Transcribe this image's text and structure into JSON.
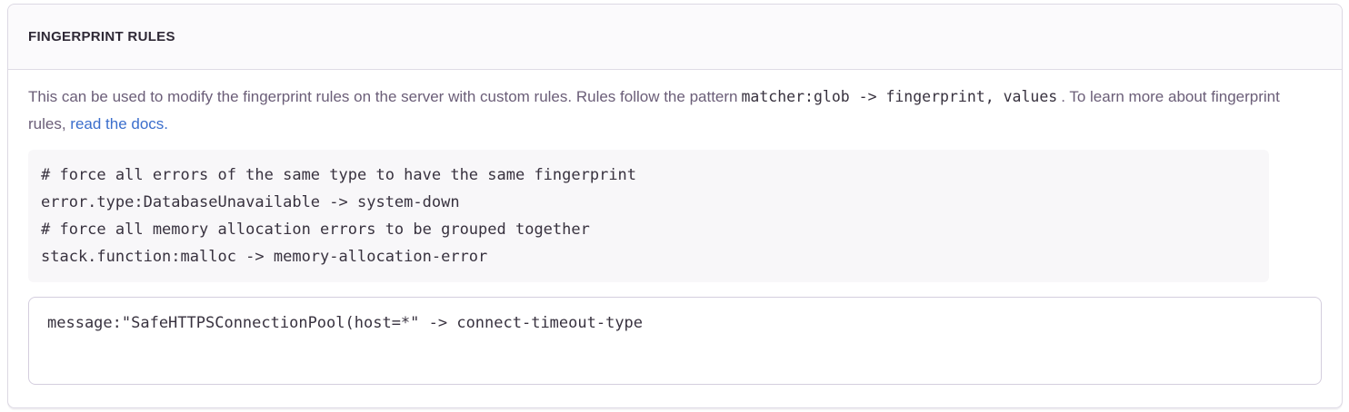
{
  "panel": {
    "title": "FINGERPRINT RULES",
    "description": {
      "before_code": "This can be used to modify the fingerprint rules on the server with custom rules. Rules follow the pattern",
      "inline_code": "matcher:glob -> fingerprint, values",
      "after_code": ". To learn more about fingerprint rules, ",
      "link_text": "read the docs."
    },
    "example_rules": [
      "# force all errors of the same type to have the same fingerprint",
      "error.type:DatabaseUnavailable -> system-down",
      "# force all memory allocation errors to be grouped together",
      "stack.function:malloc -> memory-allocation-error"
    ],
    "textarea": {
      "value": "message:\"SafeHTTPSConnectionPool(host=*\" -> connect-timeout-type"
    },
    "colors": {
      "header_text": "#2f2936",
      "description_text": "#6b5e78",
      "link": "#3b6ecc",
      "code_block_bg": "#f8f7f9",
      "code_text": "#38323f",
      "panel_border": "#dcd8e3",
      "textarea_border": "#d4cede"
    }
  }
}
